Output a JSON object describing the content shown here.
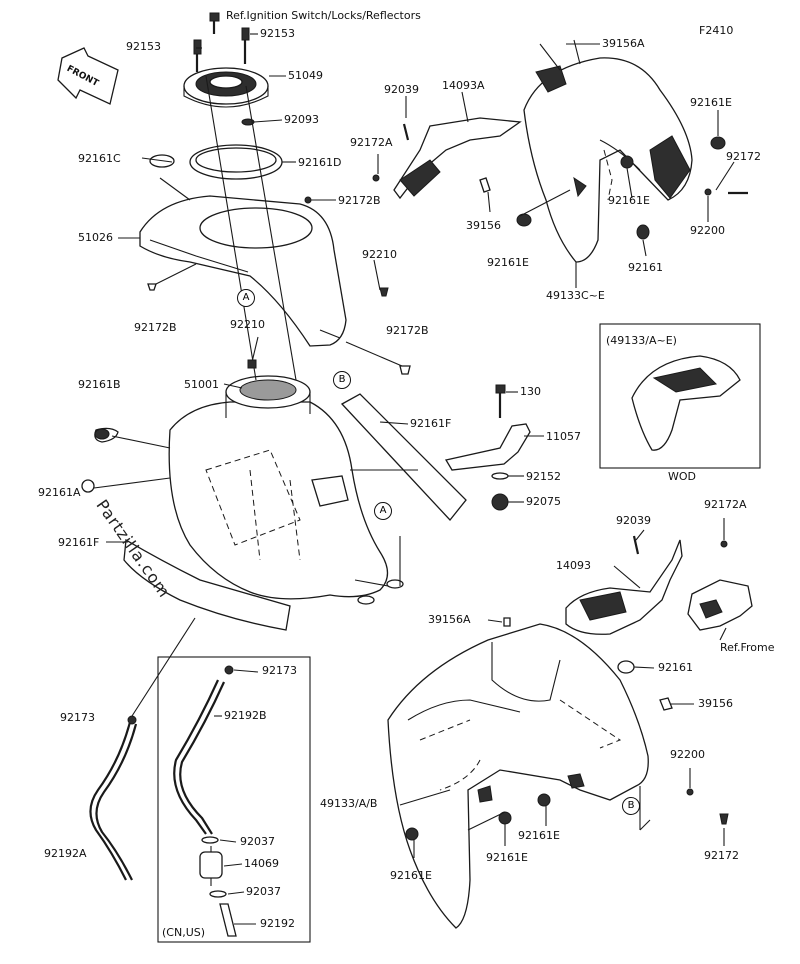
{
  "diagram_code": "F2410",
  "reference_notes": {
    "ignition": "Ref.Ignition Switch/Locks/Reflectors",
    "frame": "Ref.Frome"
  },
  "front_arrow": "FRONT",
  "watermark": "Partzilla.com",
  "inset_variant_box": {
    "title": "(49133/A~E)",
    "caption": "WOD"
  },
  "inset_region_box": {
    "caption": "(CN,US)"
  },
  "callout_circles": {
    "a": "A",
    "b": "B"
  },
  "part_labels": {
    "p92153_left": "92153",
    "p92153_right": "92153",
    "p51049": "51049",
    "p92093": "92093",
    "p92161C": "92161C",
    "p92161D": "92161D",
    "p92172B_top": "92172B",
    "p51026": "51026",
    "p92172B_left": "92172B",
    "p92210_right": "92210",
    "p92210_mid": "92210",
    "p92172B_right": "92172B",
    "p51001": "51001",
    "p92161B": "92161B",
    "p92161F_right": "92161F",
    "p92161A": "92161A",
    "p92161F_left": "92161F",
    "p92173_right": "92173",
    "p92192B": "92192B",
    "p92173_left": "92173",
    "p92037_top": "92037",
    "p14069": "14069",
    "p92037_bottom": "92037",
    "p92192": "92192",
    "p92192A": "92192A",
    "p39156A_top": "39156A",
    "p14093A": "14093A",
    "p92039_top": "92039",
    "p92172A_top": "92172A",
    "p92161E_tr": "92161E",
    "p92172_tr": "92172",
    "p92161E_mid": "92161E",
    "p39156_top": "39156",
    "p92200_top": "92200",
    "p92161E_left": "92161E",
    "p92161_top": "92161",
    "p49133CE": "49133C~E",
    "p130": "130",
    "p11057": "11057",
    "p92152": "92152",
    "p92075": "92075",
    "p92039_bot": "92039",
    "p92172A_bot": "92172A",
    "p14093": "14093",
    "p39156A_bot": "39156A",
    "p92161_bot": "92161",
    "p39156_bot": "39156",
    "p92200_bot": "92200",
    "p49133AB": "49133/A/B",
    "p92161E_b1": "92161E",
    "p92161E_b2": "92161E",
    "p92161E_b3": "92161E",
    "p92172_bot": "92172"
  }
}
